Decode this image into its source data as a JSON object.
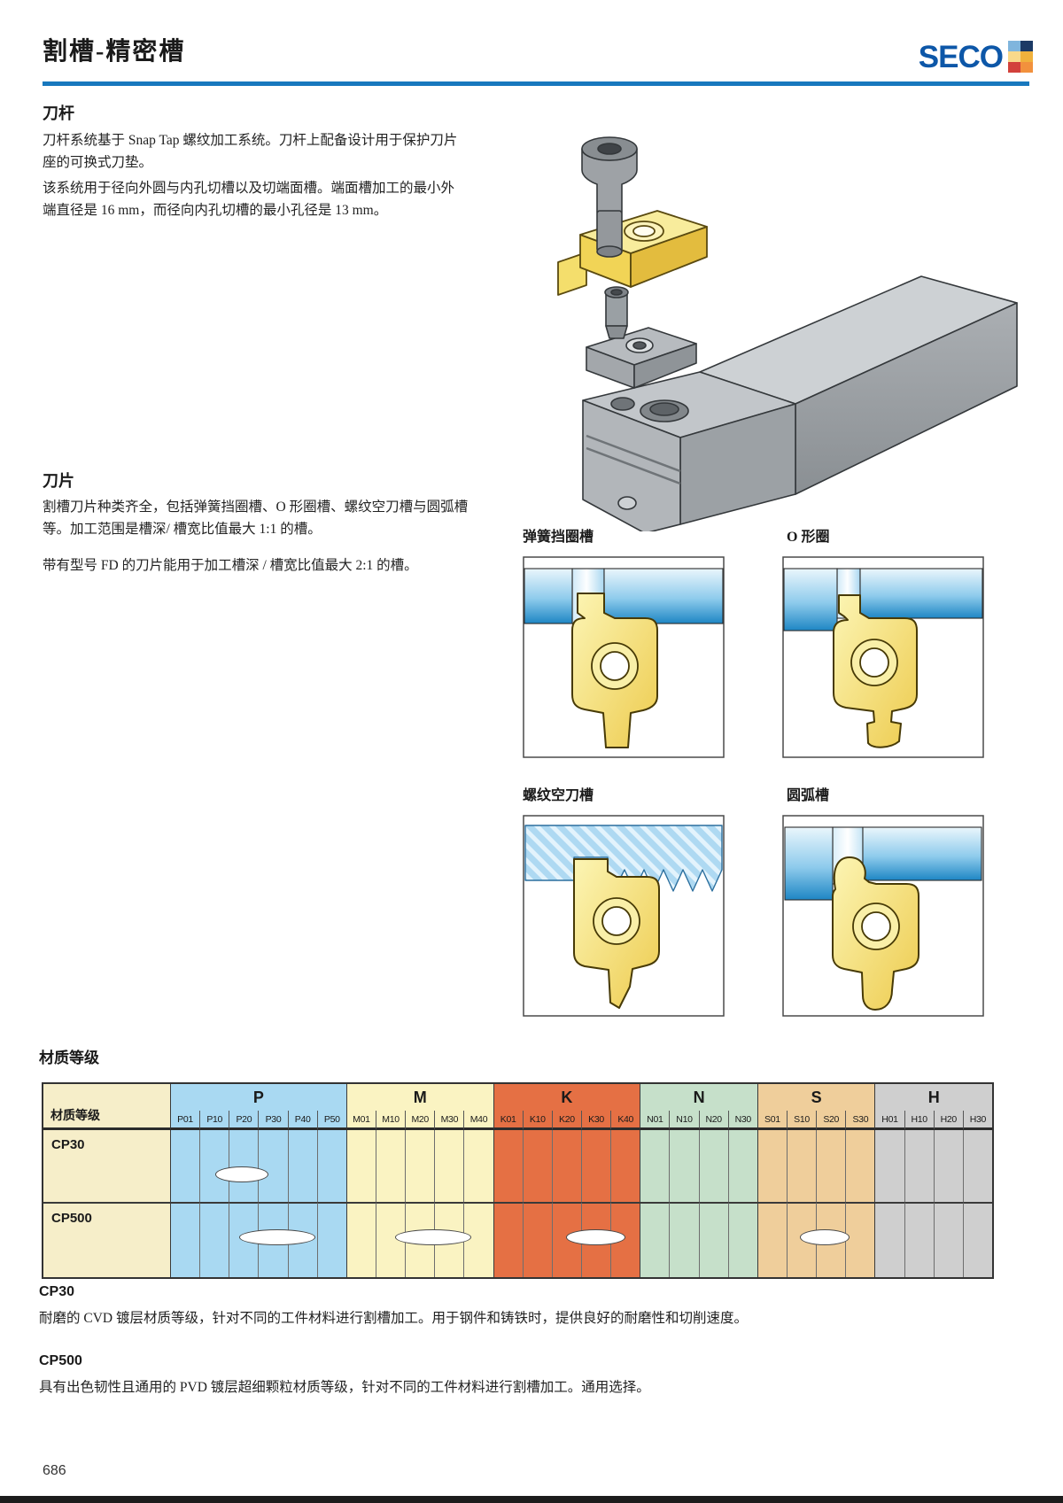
{
  "page": {
    "title": "割槽-精密槽",
    "page_number": "686",
    "rule_color": "#1878BE",
    "logo": {
      "text": "SECO",
      "color": "#0D57A8",
      "squares": [
        "#7FB5DD",
        "#1C3A66",
        "#F8D98B",
        "#F0B13C",
        "#D2413B",
        "#F2913D"
      ]
    }
  },
  "toolholder_section": {
    "heading": "刀杆",
    "para1": "刀杆系统基于 Snap Tap 螺纹加工系统。刀杆上配备设计用于保护刀片座的可换式刀垫。",
    "para2": "该系统用于径向外圆与内孔切槽以及切端面槽。端面槽加工的最小外端直径是 16 mm，而径向内孔切槽的最小孔径是 13 mm。"
  },
  "insert_section": {
    "heading": "刀片",
    "para1": "割槽刀片种类齐全，包括弹簧挡圈槽、O 形圈槽、螺纹空刀槽与圆弧槽等。加工范围是槽深/ 槽宽比值最大 1:1 的槽。",
    "para2": "带有型号 FD 的刀片能用于加工槽深 / 槽宽比值最大 2:1 的槽。",
    "panel_labels": [
      "弹簧挡圈槽",
      "O 形圈",
      "螺纹空刀槽",
      "圆弧槽"
    ]
  },
  "grades_section": {
    "heading": "材质等级",
    "table": {
      "corner_label": "材质等级",
      "corner_color": "#F6EEC9",
      "groups": [
        {
          "letter": "P",
          "color": "#A9D9F2",
          "cols": [
            "P01",
            "P10",
            "P20",
            "P30",
            "P40",
            "P50"
          ]
        },
        {
          "letter": "M",
          "color": "#FAF3C2",
          "cols": [
            "M01",
            "M10",
            "M20",
            "M30",
            "M40"
          ]
        },
        {
          "letter": "K",
          "color": "#E57044",
          "cols": [
            "K01",
            "K10",
            "K20",
            "K30",
            "K40"
          ]
        },
        {
          "letter": "N",
          "color": "#C6E0CA",
          "cols": [
            "N01",
            "N10",
            "N20",
            "N30"
          ]
        },
        {
          "letter": "S",
          "color": "#EFCE9B",
          "cols": [
            "S01",
            "S10",
            "S20",
            "S30"
          ]
        },
        {
          "letter": "H",
          "color": "#CFCFCF",
          "cols": [
            "H01",
            "H10",
            "H20",
            "H30"
          ]
        }
      ],
      "rows": [
        {
          "label": "CP30",
          "marks": [
            {
              "center": 2.45,
              "span": 1.8
            }
          ]
        },
        {
          "label": "CP500",
          "marks": [
            {
              "center": 3.65,
              "span": 2.6
            },
            {
              "center": 8.95,
              "span": 2.6
            },
            {
              "center": 14.5,
              "span": 2.0
            },
            {
              "center": 22.3,
              "span": 1.7
            }
          ]
        }
      ]
    },
    "notes": [
      {
        "heading": "CP30",
        "text": "耐磨的 CVD 镀层材质等级，针对不同的工件材料进行割槽加工。用于钢件和铸铁时，提供良好的耐磨性和切削速度。"
      },
      {
        "heading": "CP500",
        "text": "具有出色韧性且通用的 PVD 镀层超细颗粒材质等级，针对不同的工件材料进行割槽加工。通用选择。"
      }
    ]
  }
}
